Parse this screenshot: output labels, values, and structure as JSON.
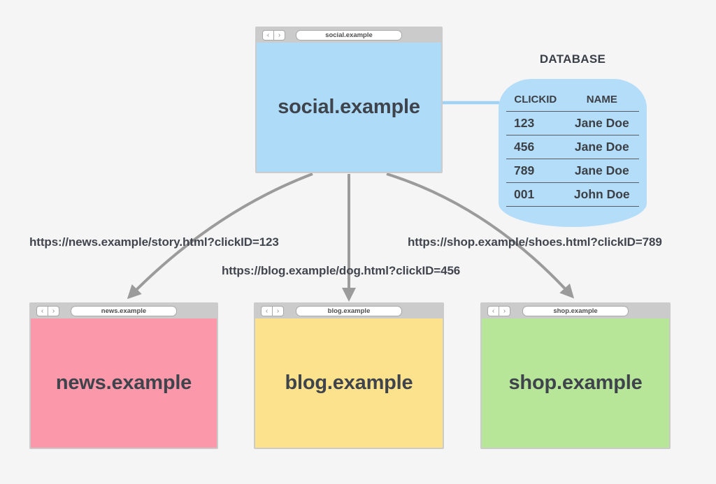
{
  "nav": {
    "back": "‹",
    "forward": "›"
  },
  "windows": {
    "social": {
      "urlbar": "social.example",
      "label": "social.example"
    },
    "news": {
      "urlbar": "news.example",
      "label": "news.example"
    },
    "blog": {
      "urlbar": "blog.example",
      "label": "blog.example"
    },
    "shop": {
      "urlbar": "shop.example",
      "label": "shop.example"
    }
  },
  "database": {
    "title": "DATABASE",
    "columns": [
      "CLICKID",
      "NAME"
    ],
    "rows": [
      [
        "123",
        "Jane Doe"
      ],
      [
        "456",
        "Jane Doe"
      ],
      [
        "789",
        "Jane Doe"
      ],
      [
        "001",
        "John Doe"
      ]
    ]
  },
  "links": {
    "news": "https://news.example/story.html?clickID=123",
    "blog": "https://blog.example/dog.html?clickID=456",
    "shop": "https://shop.example/shoes.html?clickID=789"
  },
  "colors": {
    "background": "#f5f5f6",
    "chrome_gray": "#cbcbcb",
    "social_blue": "#aedcf8",
    "database_blue": "#b3ddf8",
    "connector_blue": "#a0d2f4",
    "news_pink": "#fb99ab",
    "blog_yellow": "#fce28d",
    "shop_green": "#b7e698",
    "arrow_gray": "#9b9b9b",
    "text_dark": "#3f444c"
  }
}
